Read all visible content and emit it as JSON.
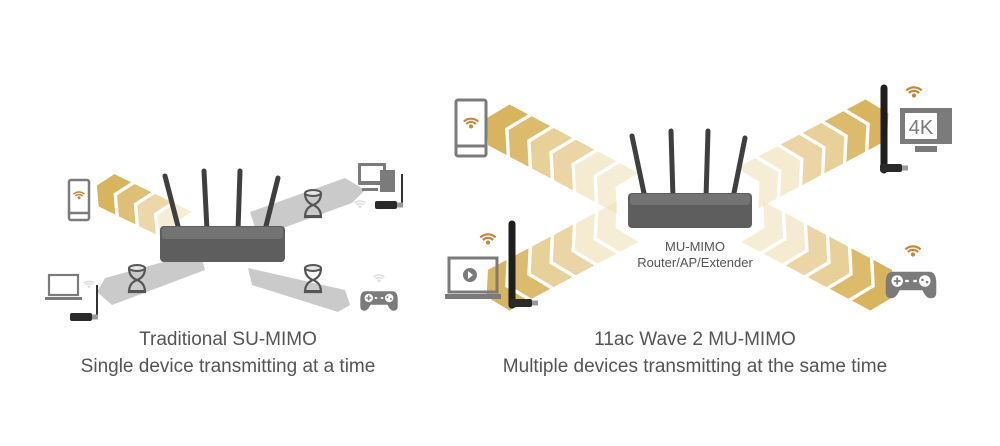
{
  "left_panel": {
    "caption_line1": "Traditional SU-MIMO",
    "caption_line2": "Single device transmitting at a time",
    "devices": [
      "smartphone",
      "desktop-computer",
      "laptop",
      "game-controller"
    ]
  },
  "right_panel": {
    "router_label_line1": "MU-MIMO",
    "router_label_line2": "Router/AP/Extender",
    "monitor_label": "4K",
    "caption_line1": "11ac Wave 2 MU-MIMO",
    "caption_line2": "Multiple devices transmitting at the same time",
    "devices": [
      "smartphone",
      "4k-display",
      "laptop-video",
      "game-controller"
    ]
  },
  "colors": {
    "gold": "#d8b45e",
    "gold_light": "#efdfb5",
    "gray_band": "#c9c9c9",
    "router": "#5e5e5e",
    "icon": "#7b7b7b",
    "wifi_active": "#c8883a",
    "wifi_idle": "#d8d8d8"
  }
}
